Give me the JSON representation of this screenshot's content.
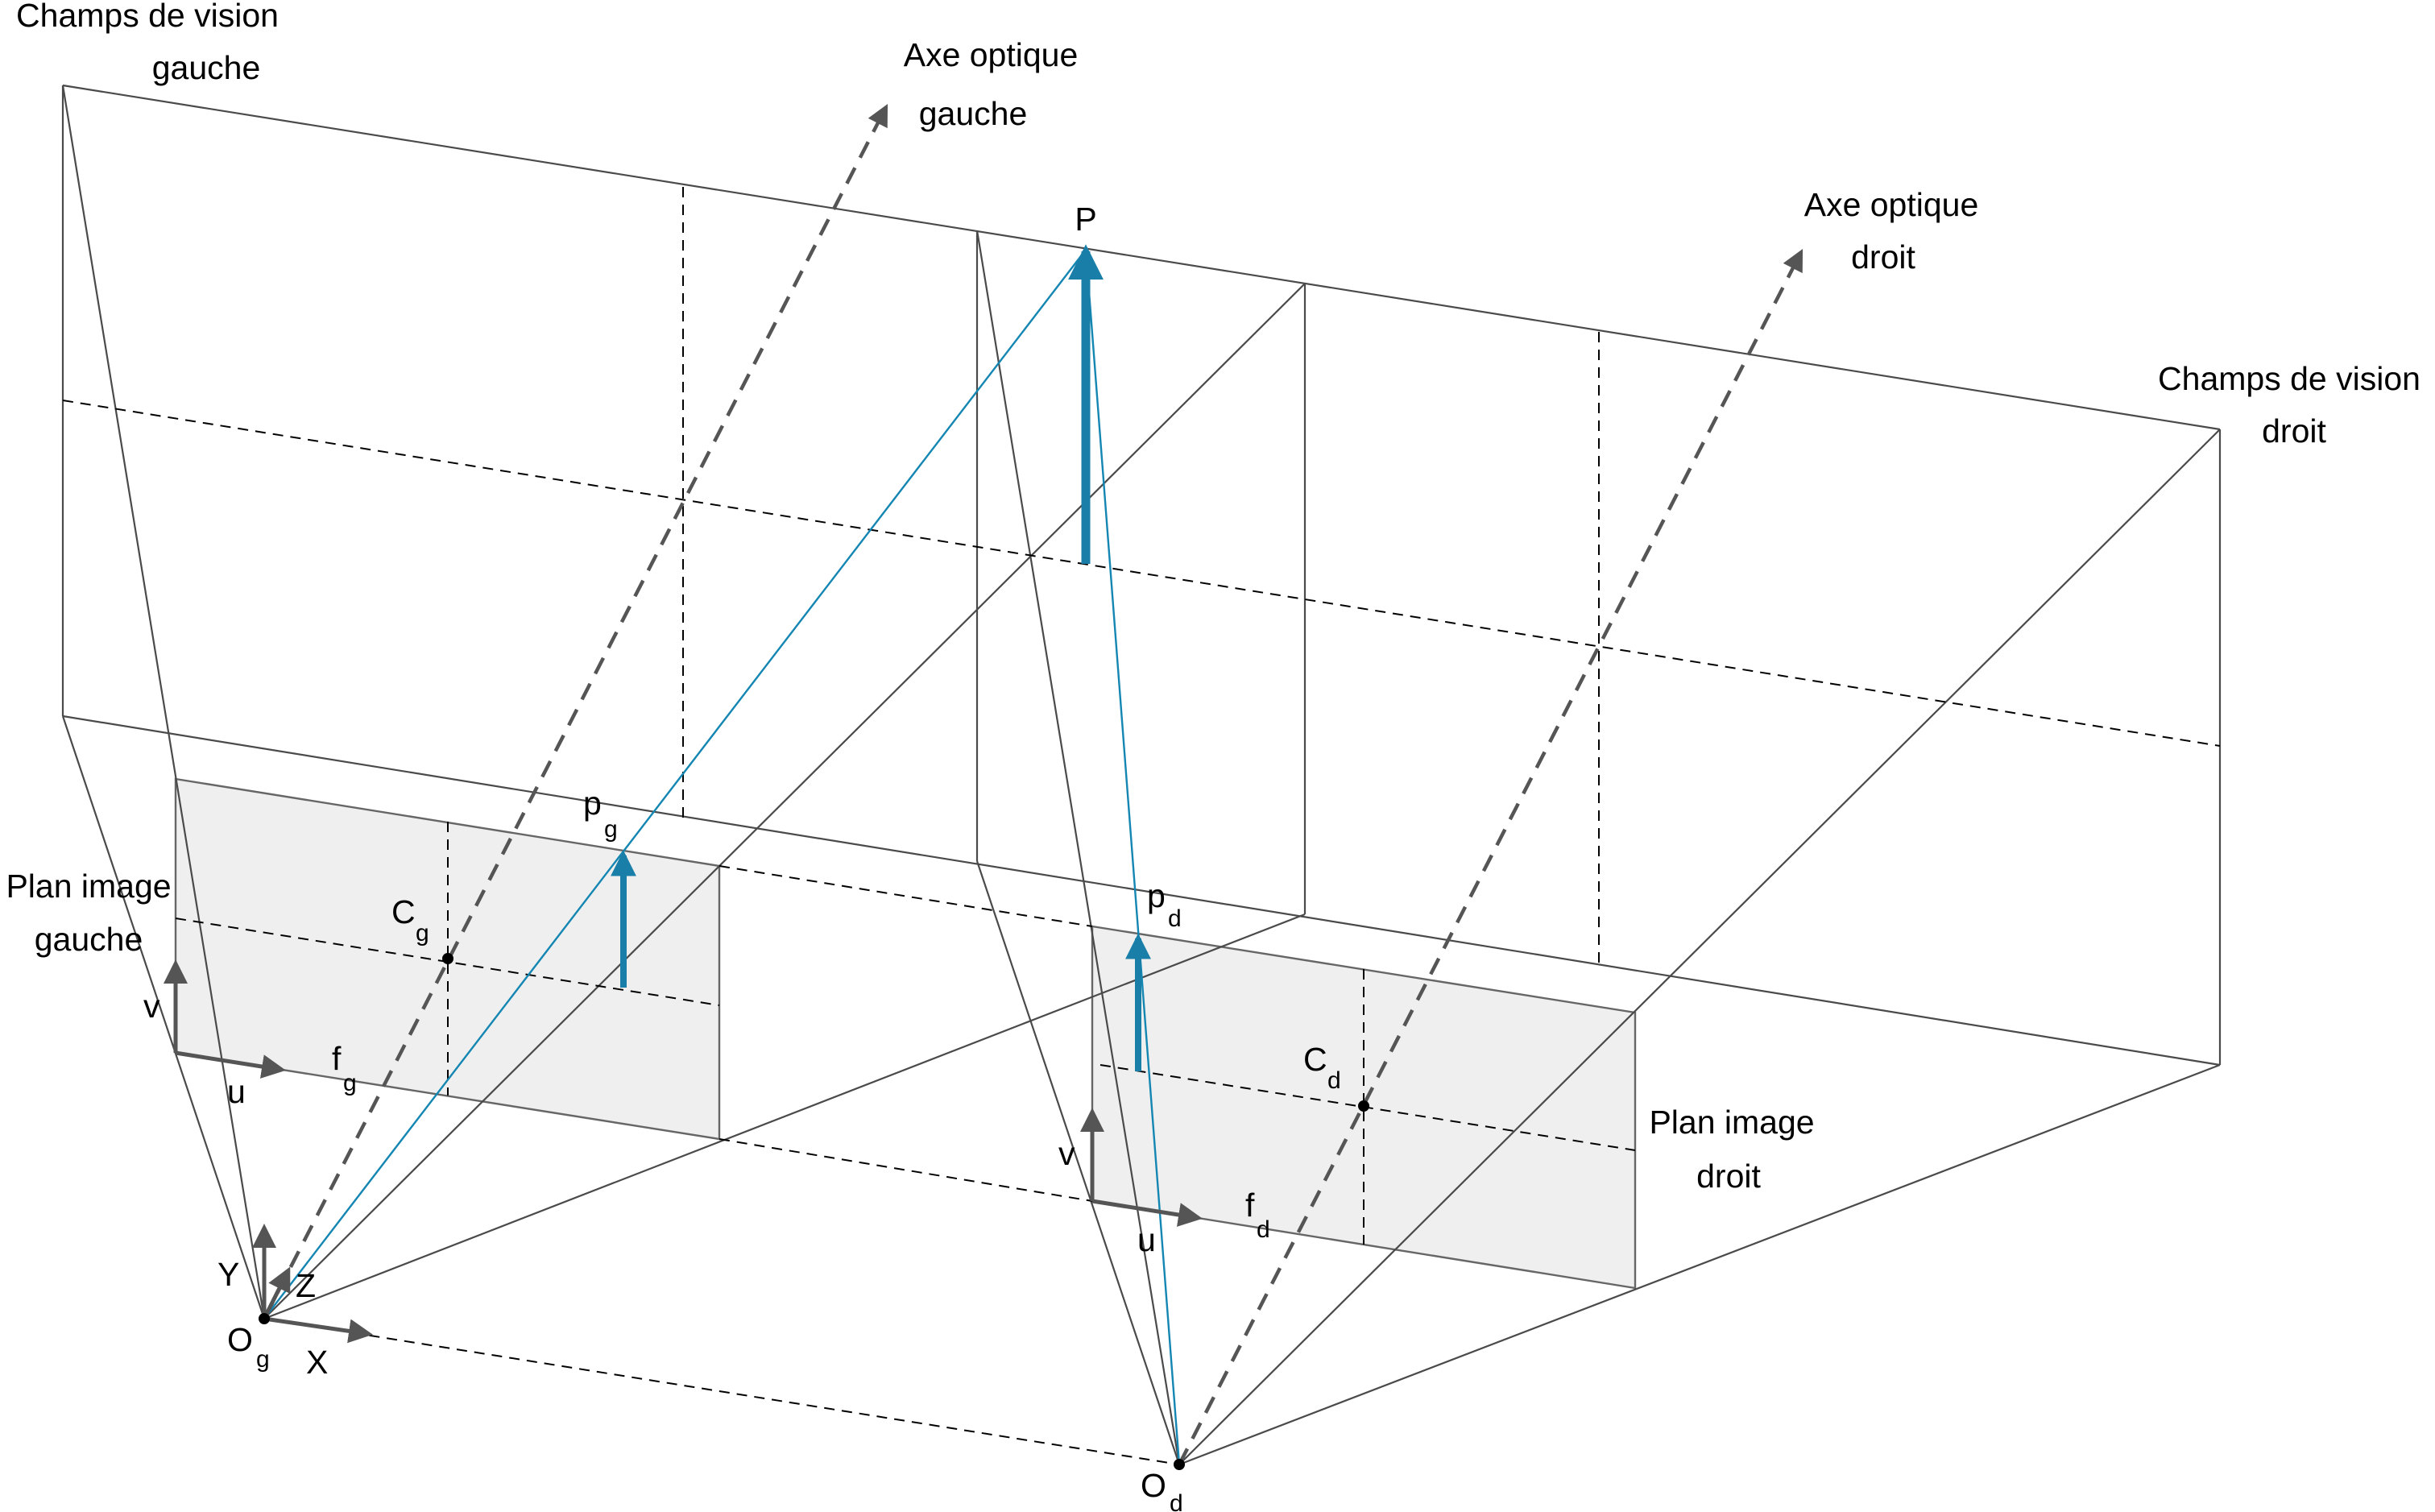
{
  "labels": {
    "fov_left_line1": "Champs de vision",
    "fov_left_line2": "gauche",
    "axis_left_line1": "Axe optique",
    "axis_left_line2": "gauche",
    "axis_right_line1": "Axe optique",
    "axis_right_line2": "droit",
    "fov_right_line1": "Champs de vision",
    "fov_right_line2": "droit",
    "plane_left_line1": "Plan image",
    "plane_left_line2": "gauche",
    "plane_right_line1": "Plan image",
    "plane_right_line2": "droit",
    "point_P": "P",
    "pg_main": "p",
    "pg_sub": "g",
    "pd_main": "p",
    "pd_sub": "d",
    "cg_main": "C",
    "cg_sub": "g",
    "cd_main": "C",
    "cd_sub": "d",
    "fg_main": "f",
    "fg_sub": "g",
    "fd_main": "f",
    "fd_sub": "d",
    "v_left": "v",
    "u_left": "u",
    "v_right": "v",
    "u_right": "u",
    "axis_X": "X",
    "axis_Y": "Y",
    "axis_Z": "Z",
    "og_main": "O",
    "og_sub": "g",
    "od_main": "O",
    "od_sub": "d"
  },
  "colors": {
    "ray": "#1486b2",
    "vector": "#1a7fa8",
    "image_plane_fill": "#efefef",
    "axis_arrow": "#555555"
  }
}
